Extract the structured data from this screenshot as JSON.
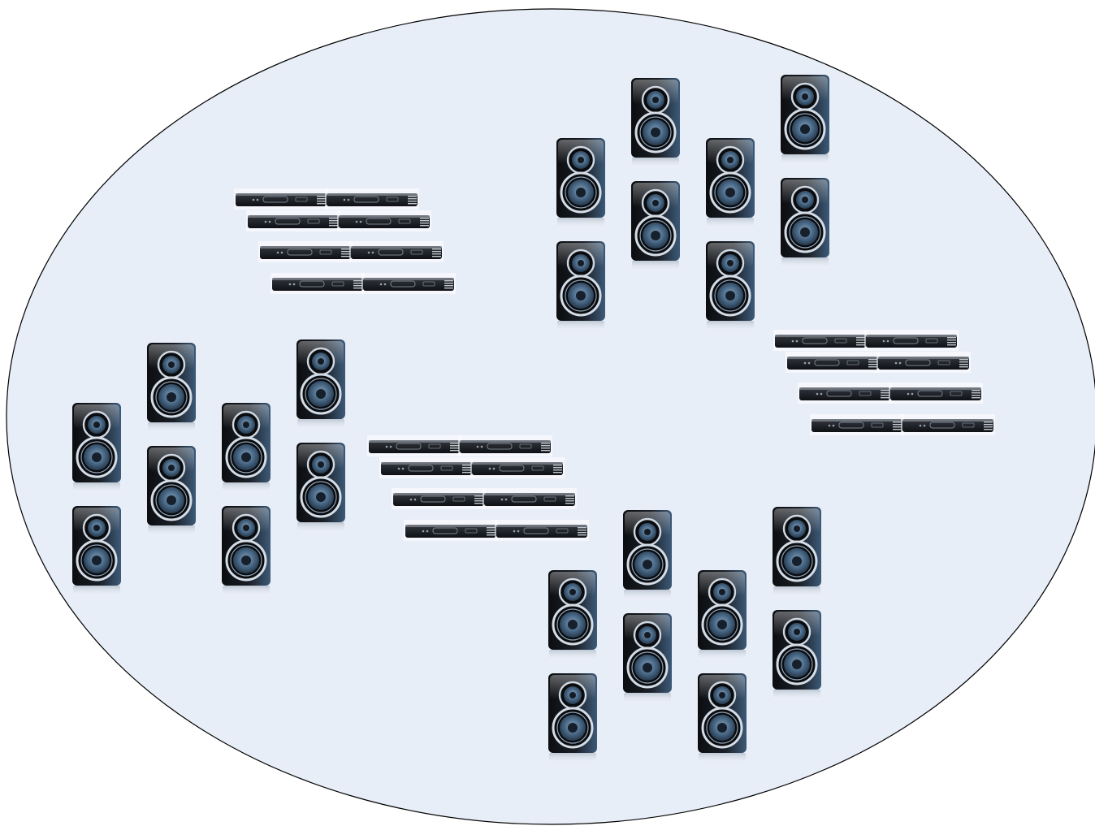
{
  "scene": {
    "background_color": "#ffffff",
    "ellipse_fill": "#e8eef8",
    "ellipse_stroke": "#000000"
  },
  "devices": {
    "speaker_icon": "speaker-icon",
    "receiver_icon": "av-receiver-icon",
    "speaker_body_color": "#111419",
    "speaker_cone_color": "#4a6a88",
    "receiver_body_color": "#1a1d22"
  },
  "groups": [
    {
      "name": "receiver-group-1",
      "device": "receiver",
      "count": 8
    },
    {
      "name": "speaker-group-1",
      "device": "speaker",
      "count": 8
    },
    {
      "name": "speaker-group-2",
      "device": "speaker",
      "count": 8
    },
    {
      "name": "receiver-group-2",
      "device": "receiver",
      "count": 8
    },
    {
      "name": "receiver-group-3",
      "device": "receiver",
      "count": 8
    },
    {
      "name": "speaker-group-3",
      "device": "speaker",
      "count": 8
    }
  ]
}
